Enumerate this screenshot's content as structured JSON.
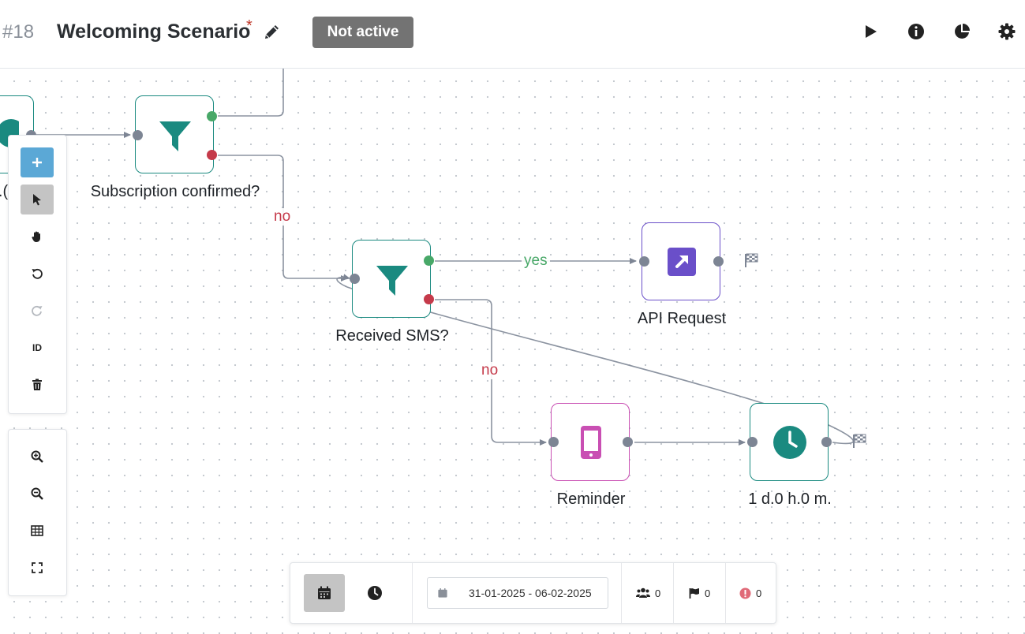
{
  "header": {
    "scenario_id": "#18",
    "title": "Welcoming Scenario",
    "unsaved_marker": "*",
    "status": "Not active",
    "actions": [
      "play-icon",
      "info-icon",
      "statistics-icon",
      "gear-icon"
    ]
  },
  "nodes": {
    "start_label": ".(",
    "subscription": {
      "label": "Subscription confirmed?",
      "icon": "filter-icon"
    },
    "received_sms": {
      "label": "Received SMS?",
      "icon": "filter-icon"
    },
    "api_request": {
      "label": "API Request",
      "icon": "external-link-icon"
    },
    "reminder": {
      "label": "Reminder",
      "icon": "smartphone-icon"
    },
    "delay": {
      "label": "1 d.0 h.0 m.",
      "icon": "clock-icon"
    }
  },
  "edges": {
    "sub_no": "no",
    "sms_yes": "yes",
    "sms_no": "no"
  },
  "toolbar": {
    "items": [
      "add-icon",
      "pointer-icon",
      "hand-icon",
      "undo-icon",
      "redo-icon",
      "ID",
      "trash-icon"
    ],
    "id_label": "ID",
    "zoom_items": [
      "zoom-in-icon",
      "zoom-out-icon",
      "grid-icon",
      "fit-screen-icon"
    ]
  },
  "bottom_bar": {
    "date_range": "31-01-2025 - 06-02-2025",
    "users_count": "0",
    "finished_count": "0",
    "errors_count": "0"
  },
  "colors": {
    "accent": "#1a8a80",
    "yes": "#48a868",
    "no": "#c53a4a",
    "sms": "#c94fb3",
    "api": "#6a4fc9",
    "badge": "#737373",
    "add_button": "#5ba8d6"
  }
}
